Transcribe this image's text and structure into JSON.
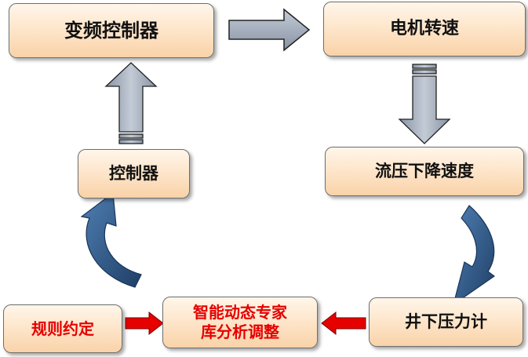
{
  "nodes": {
    "inverter_control": "变频控制器",
    "motor_speed": "电机转速",
    "controller": "控制器",
    "flow_pressure_drop_rate": "流压下降速度",
    "downhole_pressure_gauge": "井下压力计",
    "expert_db_analysis": "智能动态专家\n库分析调整",
    "rule_agreement": "规则约定"
  },
  "colors": {
    "box_fill": "#fde3c6",
    "gray_arrow": "#9aa5b4",
    "blue_arrow": "#2d5a88",
    "red_arrow": "#e60000",
    "highlight_text": "#e60000"
  }
}
